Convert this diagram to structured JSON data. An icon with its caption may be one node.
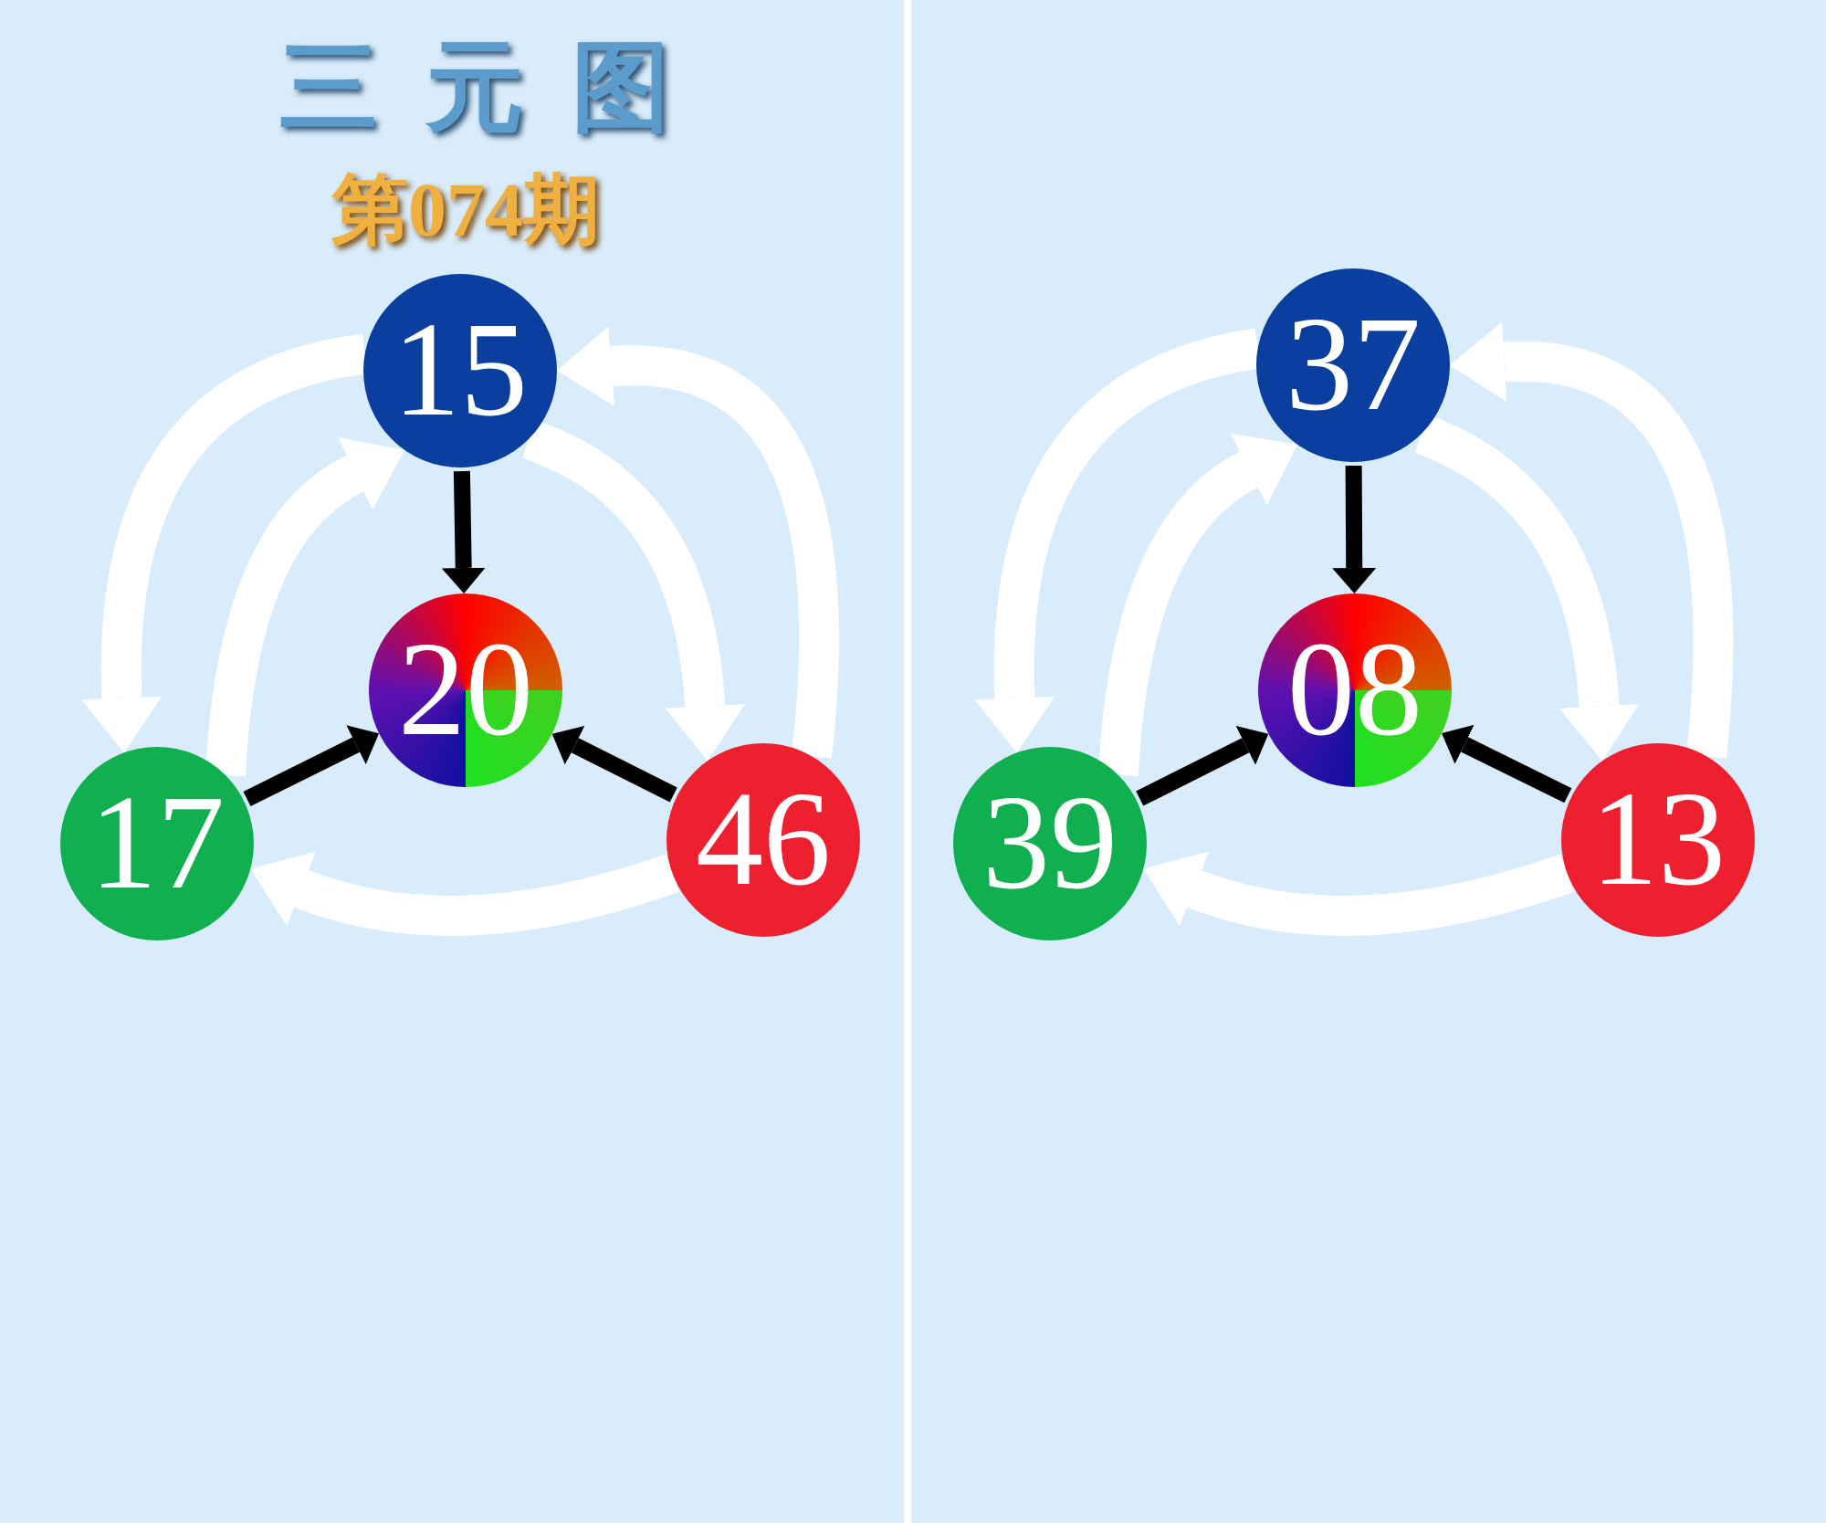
{
  "diagram": {
    "title": "三元图",
    "nodes": [
      {
        "text": [
          "15"
        ]
      },
      {
        "text": [
          "20"
        ]
      },
      {
        "text": [
          "17"
        ]
      },
      {
        "text": [
          "46"
        ]
      },
      {
        "text": [
          "37"
        ]
      },
      {
        "text": [
          "08"
        ]
      },
      {
        "text": [
          "39"
        ]
      },
      {
        "text": [
          "13"
        ]
      }
    ],
    "edges": [
      {
        "from": 0,
        "to": 2,
        "arrow": "to"
      },
      {
        "from": 2,
        "to": 0,
        "arrow": "to"
      },
      {
        "from": 0,
        "to": 3,
        "arrow": "to"
      },
      {
        "from": 3,
        "to": 0,
        "arrow": "to"
      },
      {
        "from": 3,
        "to": 2,
        "arrow": "to"
      },
      {
        "from": 0,
        "to": 1,
        "arrow": "to",
        "color": "#000000"
      },
      {
        "from": 2,
        "to": 1,
        "arrow": "to",
        "color": "#000000"
      },
      {
        "from": 3,
        "to": 1,
        "arrow": "to",
        "color": "#000000"
      },
      {
        "from": 4,
        "to": 6,
        "arrow": "to"
      },
      {
        "from": 6,
        "to": 4,
        "arrow": "to"
      },
      {
        "from": 4,
        "to": 7,
        "arrow": "to"
      },
      {
        "from": 7,
        "to": 4,
        "arrow": "to"
      },
      {
        "from": 7,
        "to": 6,
        "arrow": "to"
      },
      {
        "from": 4,
        "to": 5,
        "arrow": "to",
        "color": "#000000"
      },
      {
        "from": 6,
        "to": 5,
        "arrow": "to",
        "color": "#000000"
      },
      {
        "from": 7,
        "to": 5,
        "arrow": "to",
        "color": "#000000"
      }
    ],
    "labels": [
      "第074期"
    ]
  }
}
